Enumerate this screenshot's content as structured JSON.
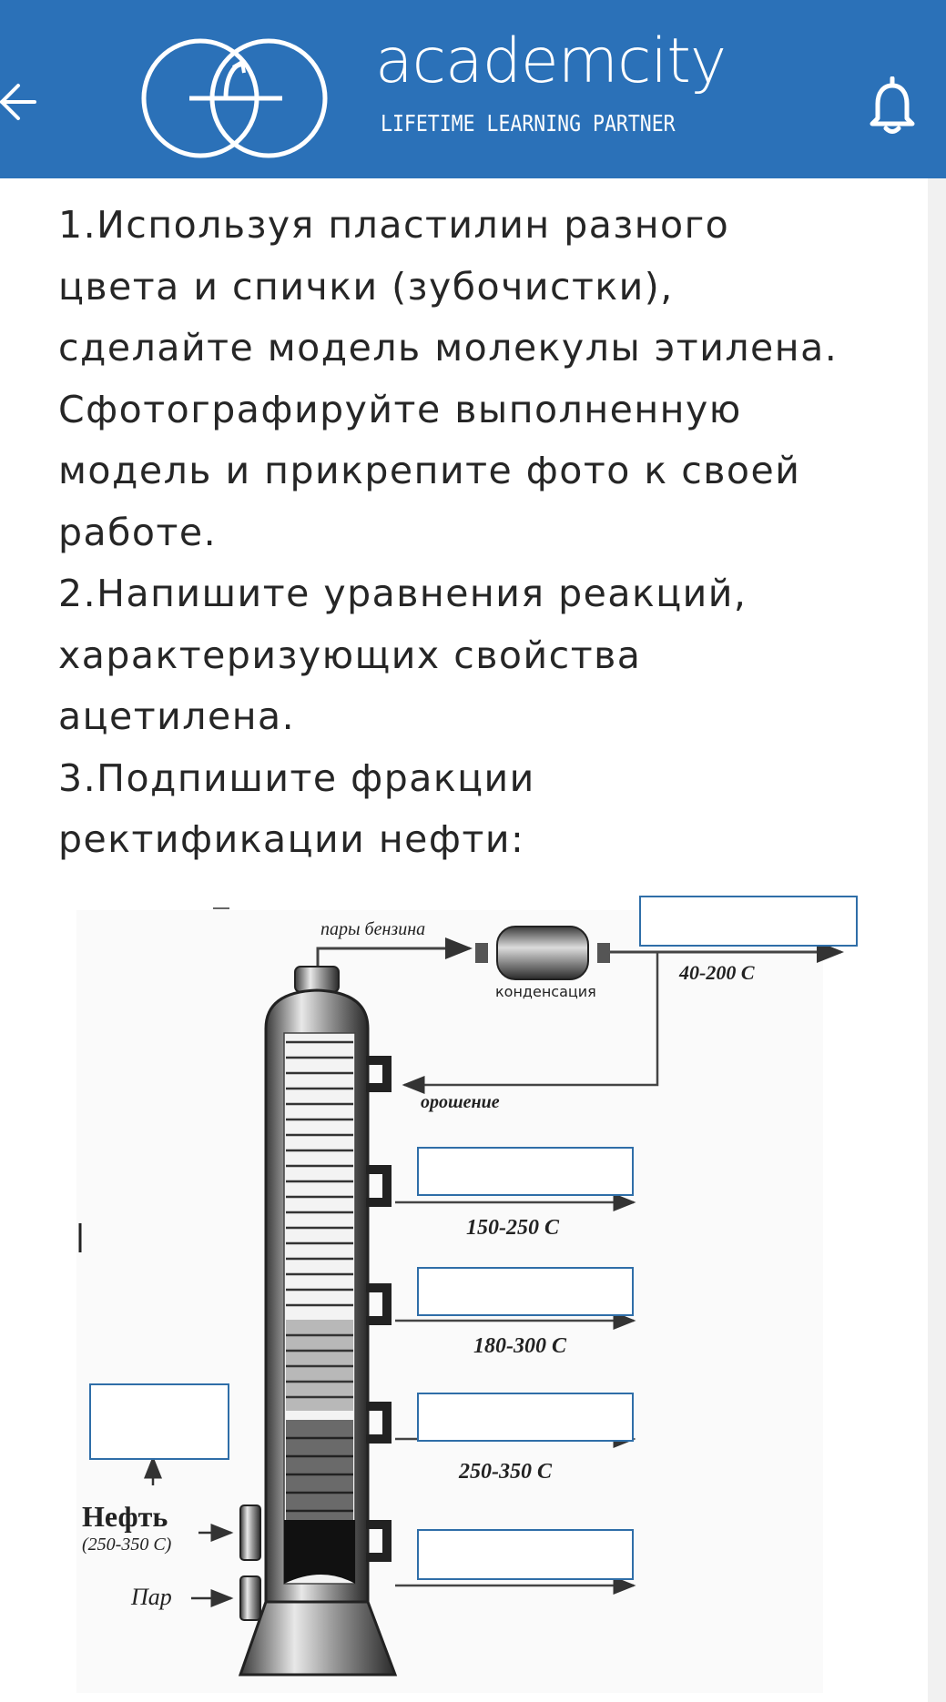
{
  "header": {
    "back_icon": "arrow-left-icon",
    "logo_icon": "academcity-logo-icon",
    "brand_name": "academcity",
    "tagline": "LIFETIME LEARNING PARTNER",
    "notification_icon": "bell-icon",
    "bar_color": "#2b71b8"
  },
  "task": {
    "lines": [
      "1.Используя пластилин разного",
      "цвета и спички (зубочистки),",
      "сделайте модель молекулы этилена.",
      "Сфотографируйте выполненную",
      "модель и прикрепите фото к своей",
      "работе.",
      "2.Напишите уравнения реакций,",
      "характеризующих свойства",
      "ацетилена.",
      "3.Подпишите фракции",
      "ректификации нефти:"
    ]
  },
  "diagram": {
    "vapor_label": "пары бензина",
    "condensation_label": "конденсация",
    "fraction1_temp": "40-200 С",
    "reflux_label": "орошение",
    "fraction2_temp": "150-250 С",
    "fraction3_temp": "180-300 С",
    "fraction4_temp": "250-350 С",
    "oil_label": "Нефть",
    "oil_temp": "(250-350 С)",
    "steam_label": "Пар",
    "box_color": "#2f6ea8"
  }
}
